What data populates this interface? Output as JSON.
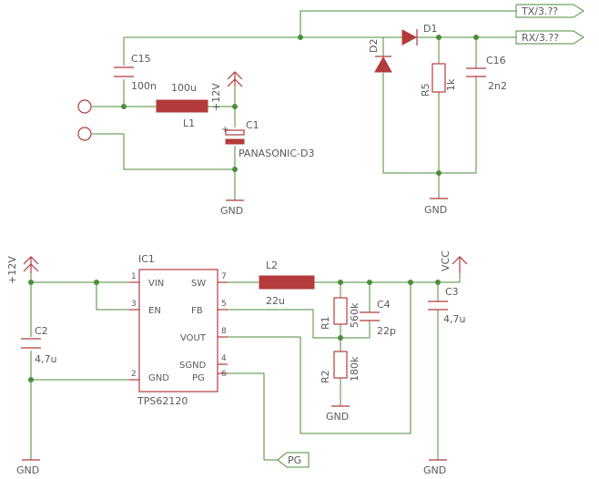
{
  "labels": {
    "c15_name": "C15",
    "c15_value": "100n",
    "l1_value": "100u",
    "l1_name": "L1",
    "c1_name": "C1",
    "c1_value": "PANASONIC-D3",
    "plus12_top": "+12V",
    "gnd_top": "GND",
    "d2_name": "D2",
    "d1_name": "D1",
    "r5_name": "R5",
    "r5_value": "1k",
    "c16_name": "C16",
    "c16_value": "2n2",
    "gnd_diode": "GND",
    "tx_label": "TX/3.??",
    "rx_label": "RX/3.??",
    "plus12_bottom": "+12V",
    "c2_name": "C2",
    "c2_value": "4,7u",
    "gnd_left": "GND",
    "ic1_name": "IC1",
    "ic1_value": "TPS62120",
    "pin_vin": "VIN",
    "pin_en": "EN",
    "pin_gnd": "GND",
    "pin_sw": "SW",
    "pin_fb": "FB",
    "pin_vout": "VOUT",
    "pin_sgnd": "SGND",
    "pin_pg": "PG",
    "pin1": "1",
    "pin3": "3",
    "pin2": "2",
    "pin7": "7",
    "pin5": "5",
    "pin8": "8",
    "pin4": "4",
    "pin6": "6",
    "l2_name": "L2",
    "l2_value": "22u",
    "r1_name": "R1",
    "r1_value": "560k",
    "c4_name": "C4",
    "c4_value": "22p",
    "r2_name": "R2",
    "r2_value": "180k",
    "gnd_r2": "GND",
    "vcc": "VCC",
    "c3_name": "C3",
    "c3_value": "4,7u",
    "gnd_right": "GND",
    "pg_label": "PG"
  },
  "colors": {
    "wire": "#4b8e3a",
    "part": "#b33b3b",
    "text": "#5a5a5a"
  }
}
